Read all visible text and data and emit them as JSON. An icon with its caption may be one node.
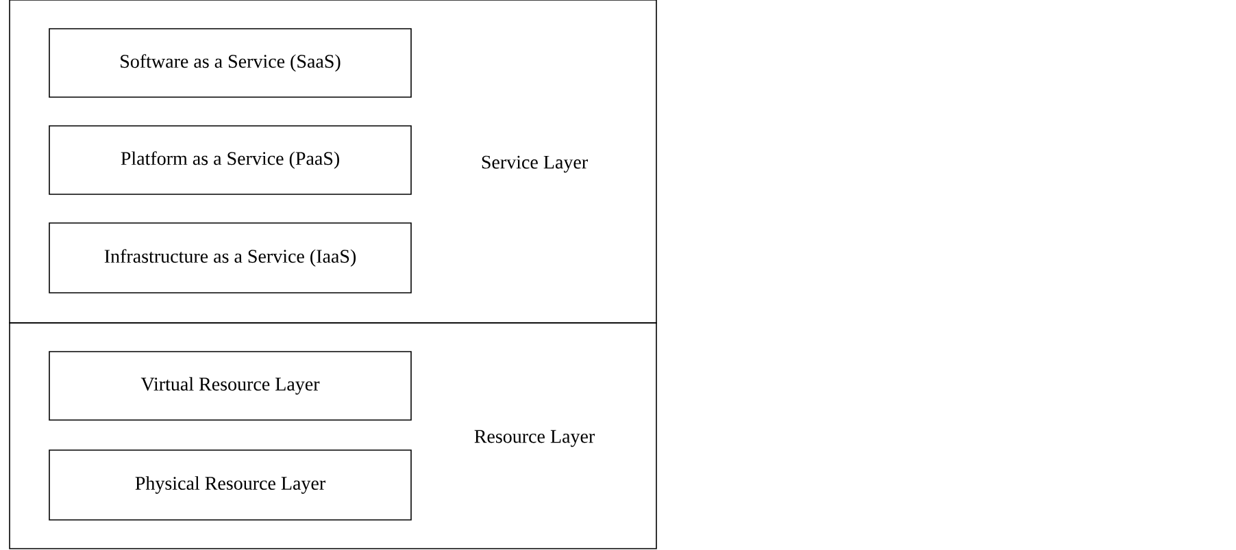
{
  "diagram": {
    "nodes": [
      {
        "text": [
          "Service Layer"
        ]
      },
      {
        "text": [
          "Software as a Service (SaaS)"
        ],
        "in": 0
      },
      {
        "text": [
          "Platform as a Service (PaaS)"
        ],
        "in": 0
      },
      {
        "text": [
          "Infrastructure as a Service (IaaS)"
        ],
        "in": 0
      },
      {
        "text": [
          "Resource Layer"
        ]
      },
      {
        "text": [
          "Virtual Resource Layer"
        ],
        "in": 4
      },
      {
        "text": [
          "Physical Resource Layer"
        ],
        "in": 4
      }
    ]
  }
}
